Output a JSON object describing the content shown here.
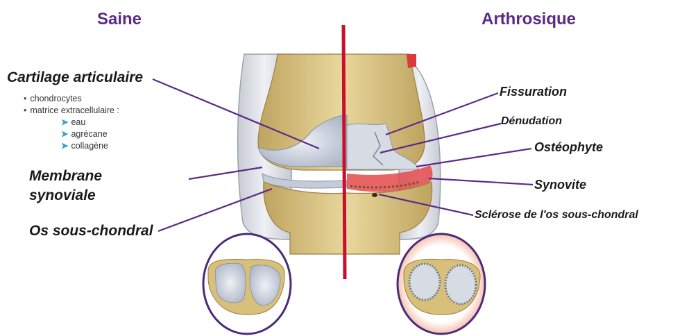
{
  "headings": {
    "healthy": "Saine",
    "arthritic": "Arthrosique"
  },
  "left_labels": {
    "cartilage": "Cartilage  articulaire",
    "cartilage_items": [
      "chondrocytes",
      "matrice  extracellulaire :"
    ],
    "matrix_items": [
      "eau",
      "agrécane",
      "collagène"
    ],
    "membrane_line1": "Membrane",
    "membrane_line2": "synoviale",
    "subchondral": "Os sous-chondral"
  },
  "right_labels": {
    "fissuration": "Fissuration",
    "denudation": "Dénudation",
    "osteophyte": "Ostéophyte",
    "synovite": "Synovite",
    "sclerosis": "Sclérose de l'os sous-chondral"
  },
  "colors": {
    "heading": "#5b2a86",
    "leader_line": "#5b2a86",
    "divider": "#c8102e",
    "bone": "#d8bf7a",
    "cartilage": "#c9d2e0",
    "inflamed": "#e34a4a",
    "circle_border": "#4b2a7a"
  }
}
